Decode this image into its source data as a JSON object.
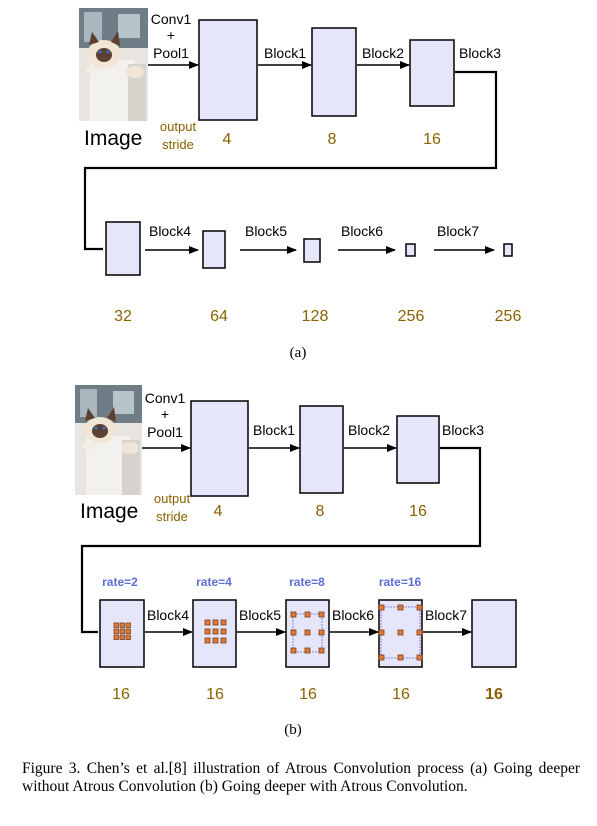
{
  "panel_a": {
    "conv_pool_line1": "Conv1",
    "conv_pool_plus": "+",
    "conv_pool_line2": "Pool1",
    "image_label": "Image",
    "output_stride_line1": "output",
    "output_stride_line2": "stride",
    "blocks_row1": [
      "Block1",
      "Block2",
      "Block3"
    ],
    "blocks_row2": [
      "Block4",
      "Block5",
      "Block6",
      "Block7"
    ],
    "strides_row1": [
      "4",
      "8",
      "16"
    ],
    "strides_row2": [
      "32",
      "64",
      "128",
      "256",
      "256"
    ],
    "label": "(a)"
  },
  "panel_b": {
    "conv_pool_line1": "Conv1",
    "conv_pool_plus": "+",
    "conv_pool_line2": "Pool1",
    "image_label": "Image",
    "output_stride_line1": "output",
    "output_stride_line2": "stride",
    "blocks_row1": [
      "Block1",
      "Block2",
      "Block3"
    ],
    "blocks_row2": [
      "Block4",
      "Block5",
      "Block6",
      "Block7"
    ],
    "strides_row1": [
      "4",
      "8",
      "16"
    ],
    "strides_row2": [
      "16",
      "16",
      "16",
      "16",
      "16"
    ],
    "rates": [
      "rate=2",
      "rate=4",
      "rate=8",
      "rate=16"
    ],
    "label": "(b)"
  },
  "caption": "Figure 3.    Chen’s et al.[8] illustration of Atrous Convolution process (a) Going deeper without Atrous Convolution (b) Going deeper with Atrous Convolution.",
  "colors": {
    "block_fill": "#e6e6fa",
    "stride_text": "#8a6100",
    "rate_text": "#5b6fd6",
    "kernel_dot": "#e07a3c"
  }
}
